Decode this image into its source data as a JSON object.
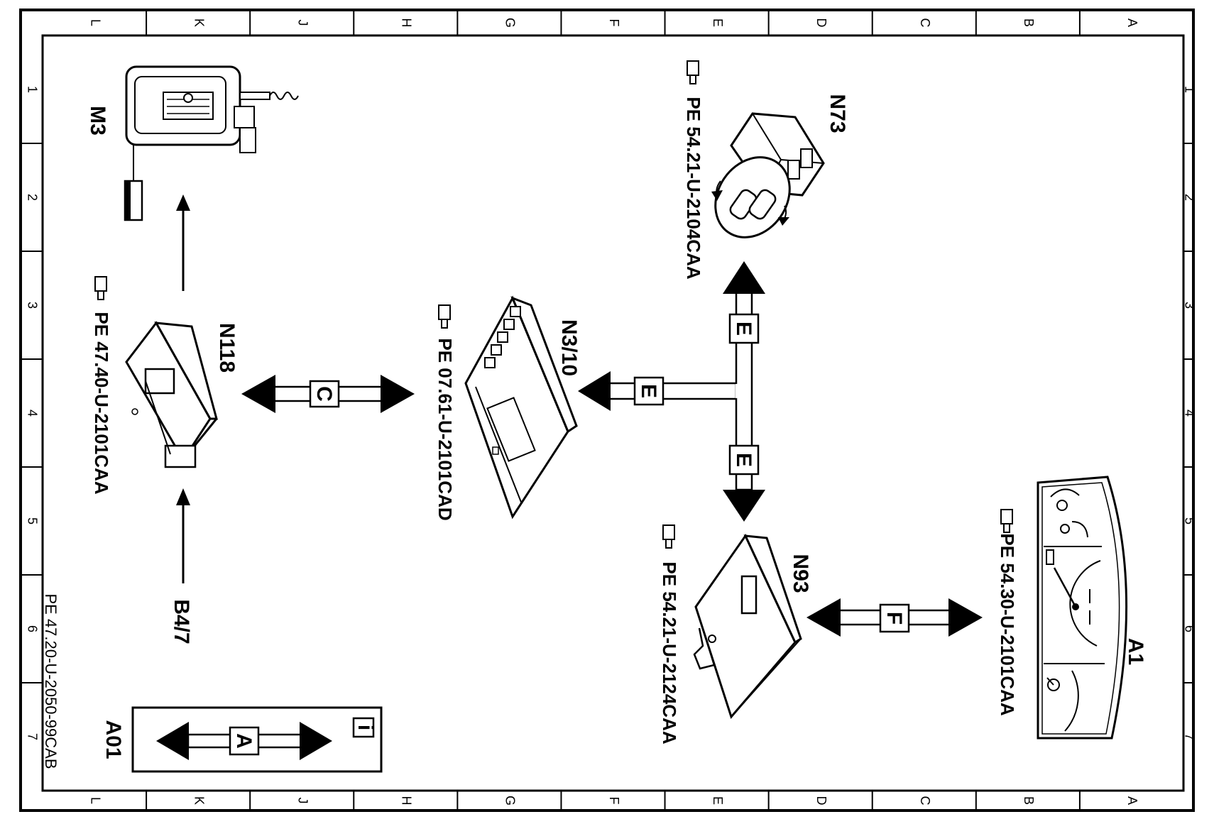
{
  "diagram": {
    "grid_columns": [
      "L",
      "K",
      "J",
      "H",
      "G",
      "F",
      "E",
      "D",
      "C",
      "B",
      "A"
    ],
    "grid_rows": [
      "1",
      "2",
      "3",
      "4",
      "5",
      "6",
      "7"
    ],
    "doc_id": "PE 47.20-U-2050-99CAB",
    "info_icon": "i",
    "legend": {
      "code": "A01",
      "bus": "A"
    },
    "components": {
      "m3": {
        "name": "M3"
      },
      "n118": {
        "name": "N118",
        "ref": "PE  47.40-U-2101CAA"
      },
      "b47": {
        "name": "B4/7"
      },
      "n310": {
        "name": "N3/10",
        "ref": "PE  07.61-U-2101CAD"
      },
      "n73": {
        "name": "N73",
        "ref": "PE  54.21-U-2104CAA"
      },
      "n93": {
        "name": "N93",
        "ref": "PE  54.21-U-2124CAA"
      },
      "a1": {
        "name": "A1",
        "ref": "PE  54.30-U-2101CAA"
      }
    },
    "buses": {
      "c": "C",
      "e_left": "E",
      "e_top": "E",
      "e_bottom": "E",
      "f": "F"
    },
    "reference_icon": "pointing-hand-icon"
  }
}
